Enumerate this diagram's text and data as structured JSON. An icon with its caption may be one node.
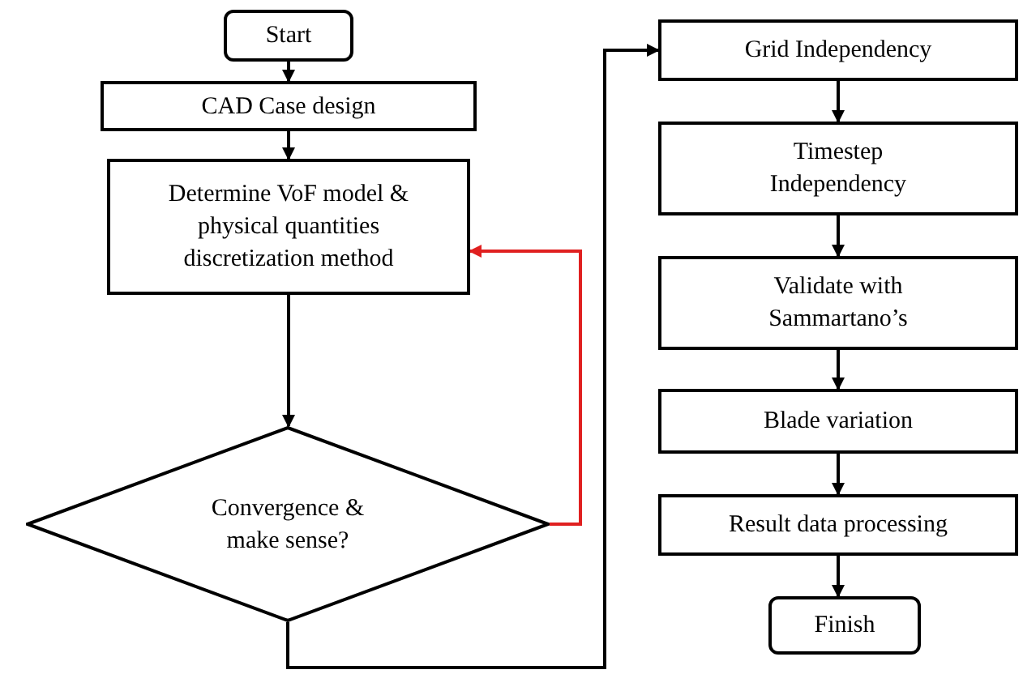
{
  "diagram": {
    "nodes": [
      {
        "text": [
          "Start"
        ]
      },
      {
        "text": [
          "CAD Case design"
        ]
      },
      {
        "text": [
          "Determine VoF model & physical quantities discretization method"
        ]
      },
      {
        "text": [
          "Convergence & make sense?"
        ]
      },
      {
        "text": [
          "Grid Independency"
        ]
      },
      {
        "text": [
          "Timestep Independency"
        ]
      },
      {
        "text": [
          "Validate with Sammartano’s"
        ]
      },
      {
        "text": [
          "Blade variation"
        ]
      },
      {
        "text": [
          "Result data processing"
        ]
      },
      {
        "text": [
          "Finish"
        ]
      }
    ],
    "edges": [
      {
        "from": 0,
        "to": 1,
        "arrow": "to"
      },
      {
        "from": 1,
        "to": 2,
        "arrow": "to"
      },
      {
        "from": 2,
        "to": 3,
        "arrow": "to"
      },
      {
        "from": 3,
        "to": 2,
        "arrow": "to",
        "color": "#e02020"
      },
      {
        "from": 3,
        "to": 4,
        "arrow": "to"
      },
      {
        "from": 4,
        "to": 5,
        "arrow": "to"
      },
      {
        "from": 5,
        "to": 6,
        "arrow": "to"
      },
      {
        "from": 6,
        "to": 7,
        "arrow": "to"
      },
      {
        "from": 7,
        "to": 8,
        "arrow": "to"
      },
      {
        "from": 8,
        "to": 9,
        "arrow": "to"
      }
    ]
  }
}
